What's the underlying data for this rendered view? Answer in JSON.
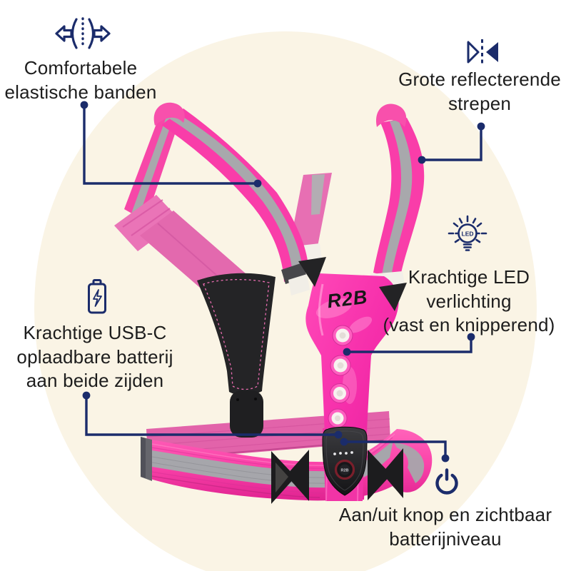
{
  "image": {
    "kind": "product-infographic",
    "subject": "Reflective LED safety vest (pink) with feature callouts",
    "background": "#ffffff",
    "circle_color": "#faf4e5"
  },
  "palette": {
    "navy": "#1b2c6b",
    "text_dark": "#1d1d1d",
    "pink": "#f747a8",
    "pink_glossy": "#f322a4",
    "pink_matte": "#e76fb3",
    "reflective_gray": "#a8a8ac",
    "black_parts": "#242426",
    "cream": "#faf4e5"
  },
  "callouts": {
    "elastic": {
      "icon": "stretch-arrows-icon",
      "line1": "Comfortabele",
      "line2": "elastische banden"
    },
    "reflective": {
      "icon": "mirror-triangles-icon",
      "line1": "Grote reflecterende",
      "line2": "strepen"
    },
    "led": {
      "icon": "led-bulb-icon",
      "bulb_label": "LED",
      "line1": "Krachtige LED",
      "line2": "verlichting",
      "line3": "(vast en knipperend)"
    },
    "battery": {
      "icon": "battery-bolt-icon",
      "line1": "Krachtige USB-C",
      "line2": "oplaadbare batterij",
      "line3": "aan beide zijden"
    },
    "power": {
      "icon": "power-icon",
      "line1": "Aan/uit knop en zichtbaar",
      "line2": "batterijniveau"
    }
  },
  "vest": {
    "front_logo": "R2B",
    "device_logo": "R2B",
    "led_count": 4,
    "battery_indicator_dots": 4
  }
}
